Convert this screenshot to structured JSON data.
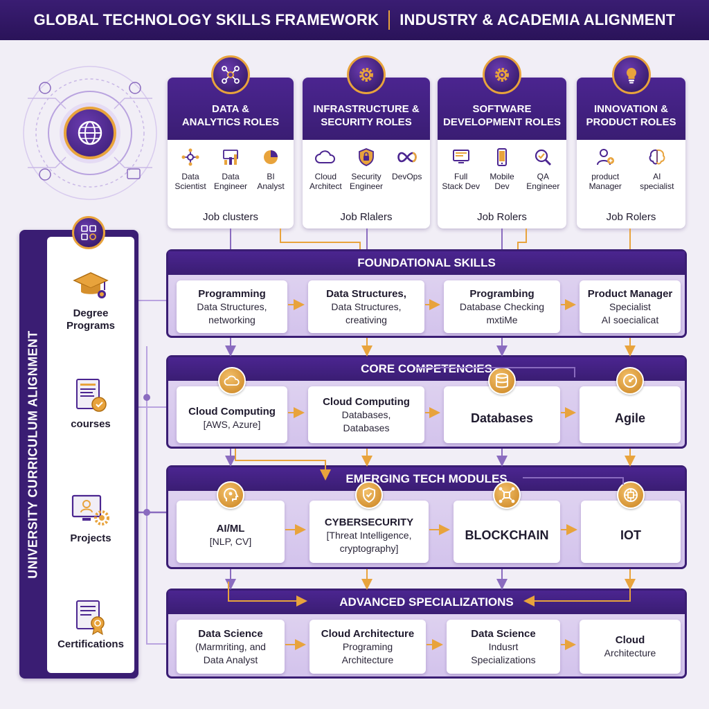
{
  "header": {
    "title_left": "GLOBAL TECHNOLOGY SKILLS FRAMEWORK",
    "title_right": "INDUSTRY & ACADEMIA ALIGNMENT"
  },
  "colors": {
    "purple_dark": "#3a1d73",
    "purple_mid": "#4b2590",
    "lavender": "#d3c3ec",
    "gold": "#e8a33c",
    "background": "#f1eef6"
  },
  "role_groups": [
    {
      "title_line1": "DATA &",
      "title_line2": "ANALYTICS ROLES",
      "icon": "network-nodes-icon",
      "items": [
        {
          "line1": "Data",
          "line2": "Scientist",
          "icon": "molecule-icon"
        },
        {
          "line1": "Data",
          "line2": "Engineer",
          "icon": "bar-chart-icon"
        },
        {
          "line1": "BI",
          "line2": "Analyst",
          "icon": "pie-chart-icon"
        }
      ],
      "footer": "Job clusters"
    },
    {
      "title_line1": "INFRASTRUCTURE &",
      "title_line2": "SECURITY ROLES",
      "icon": "gear-icon",
      "items": [
        {
          "line1": "Cloud",
          "line2": "Architect",
          "icon": "cloud-icon"
        },
        {
          "line1": "Security",
          "line2": "Engineer",
          "icon": "shield-lock-icon"
        },
        {
          "line1": "DevOps",
          "line2": "",
          "icon": "infinity-icon"
        }
      ],
      "footer": "Job Rlalers"
    },
    {
      "title_line1": "SOFTWARE",
      "title_line2": "DEVELOPMENT ROLES",
      "icon": "gear-icon",
      "items": [
        {
          "line1": "Full",
          "line2": "Stack Dev",
          "icon": "monitor-code-icon"
        },
        {
          "line1": "Mobile",
          "line2": "Dev",
          "icon": "smartphone-icon"
        },
        {
          "line1": "QA",
          "line2": "Engineer",
          "icon": "magnifier-check-icon"
        }
      ],
      "footer": "Job Rolers"
    },
    {
      "title_line1": "INNOVATION &",
      "title_line2": "PRODUCT ROLES",
      "icon": "lightbulb-icon",
      "items": [
        {
          "line1": "product",
          "line2": "Manager",
          "icon": "person-plus-icon"
        },
        {
          "line1": "AI",
          "line2": "specialist",
          "icon": "brain-icon"
        }
      ],
      "footer": "Job Rolers"
    }
  ],
  "curriculum": {
    "title": "UNIVERSITY CURRICULUM ALIGNMENT",
    "items": [
      {
        "line1": "Degree",
        "line2": "Programs",
        "icon": "graduation-cap-icon"
      },
      {
        "line1": "courses",
        "line2": "",
        "icon": "document-badge-icon"
      },
      {
        "line1": "Projects",
        "line2": "",
        "icon": "monitor-gear-icon"
      },
      {
        "line1": "Certifications",
        "line2": "",
        "icon": "certificate-icon"
      }
    ]
  },
  "bands": [
    {
      "title": "FOUNDATIONAL SKILLS",
      "boxes": [
        {
          "title": "Programming",
          "lines": [
            "Data Structures,",
            "networking"
          ]
        },
        {
          "title": "Data Structures,",
          "lines": [
            "Data Structures,",
            "creativing"
          ]
        },
        {
          "title": "Programbing",
          "lines": [
            "Database Checking",
            "mxtiMe"
          ]
        },
        {
          "title": "Product Manager",
          "lines": [
            "Specialist",
            "AI soecialicat"
          ]
        }
      ]
    },
    {
      "title": "CORE COMPETENCIES",
      "boxes": [
        {
          "title": "Cloud Computing",
          "lines": [
            "[AWS, Azure]"
          ],
          "icon": "cloud-icon"
        },
        {
          "title": "Cloud Computing",
          "lines": [
            "Databases,",
            "Databases"
          ]
        },
        {
          "title": "Databases",
          "lines": [],
          "icon": "database-icon"
        },
        {
          "title": "Agile",
          "lines": [],
          "icon": "speed-gauge-icon"
        }
      ]
    },
    {
      "title": "EMERGING TECH MODULES",
      "boxes": [
        {
          "title": "AI/ML",
          "lines": [
            "[NLP, CV]"
          ],
          "icon": "ai-head-icon"
        },
        {
          "title": "CYBERSECURITY",
          "lines": [
            "[Threat Intelligence,",
            "cryptography]"
          ],
          "icon": "shield-icon"
        },
        {
          "title": "BLOCKCHAIN",
          "lines": [],
          "icon": "blockchain-icon"
        },
        {
          "title": "IOT",
          "lines": [],
          "icon": "iot-chip-icon"
        }
      ]
    },
    {
      "title": "ADVANCED SPECIALIZATIONS",
      "boxes": [
        {
          "title": "Data Science",
          "lines": [
            "(Marmriting, and",
            "Data Analyst"
          ]
        },
        {
          "title": "Cloud Architecture",
          "lines": [
            "Programing",
            "Architecture"
          ]
        },
        {
          "title": "Data Science",
          "lines": [
            "Indusrt",
            "Specializations"
          ]
        },
        {
          "title": "Cloud",
          "lines": [
            "Architecture"
          ]
        }
      ]
    }
  ]
}
